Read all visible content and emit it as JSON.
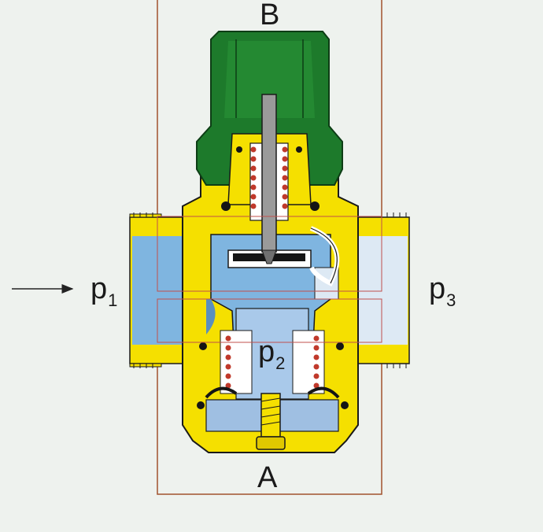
{
  "diagram": {
    "labels": {
      "top": "B",
      "bottom": "A",
      "inlet_main": "p",
      "inlet_sub": "1",
      "outlet_main": "p",
      "outlet_sub": "3",
      "center_main": "p",
      "center_sub": "2"
    },
    "colors": {
      "background": "#eef2ee",
      "brass": "#f5e000",
      "cap": "#1d7a2b",
      "water": "#7fb5e0",
      "frame": "#a0522d",
      "spring": "#c0392b",
      "gasket": "#151515"
    }
  }
}
